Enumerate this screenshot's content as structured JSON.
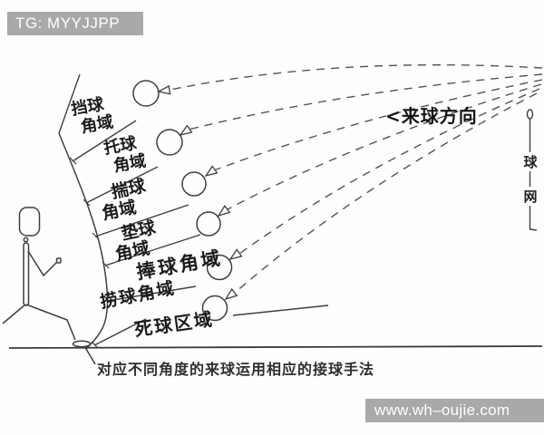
{
  "badges": {
    "top_left": "TG: MYYJJPP",
    "bottom_right": "www.wh–oujie.com"
  },
  "caption": "对应不同角度的来球运用相应的接球手法",
  "incoming_direction_label": "<来球方向",
  "net_label": {
    "char1": "球",
    "char2": "网"
  },
  "regions": [
    {
      "name": "blocking-zone",
      "line1": "挡球",
      "line2": "角域"
    },
    {
      "name": "lifting-zone",
      "line1": "托球",
      "line2": "角域"
    },
    {
      "name": "chuai-zone",
      "line1": "揣球",
      "line2": "角域"
    },
    {
      "name": "bumping-zone",
      "line1": "垫球",
      "line2": "角域"
    },
    {
      "name": "cupping-zone",
      "line1": "捧球角域"
    },
    {
      "name": "scooping-zone",
      "line1": "捞球角域"
    },
    {
      "name": "dead-ball-zone",
      "line1": "死球区域"
    }
  ],
  "colors": {
    "badge_background": "#a9a9a9",
    "badge_text": "#ffffff",
    "line_art": "#3f3f3f",
    "background": "#fefefe"
  }
}
